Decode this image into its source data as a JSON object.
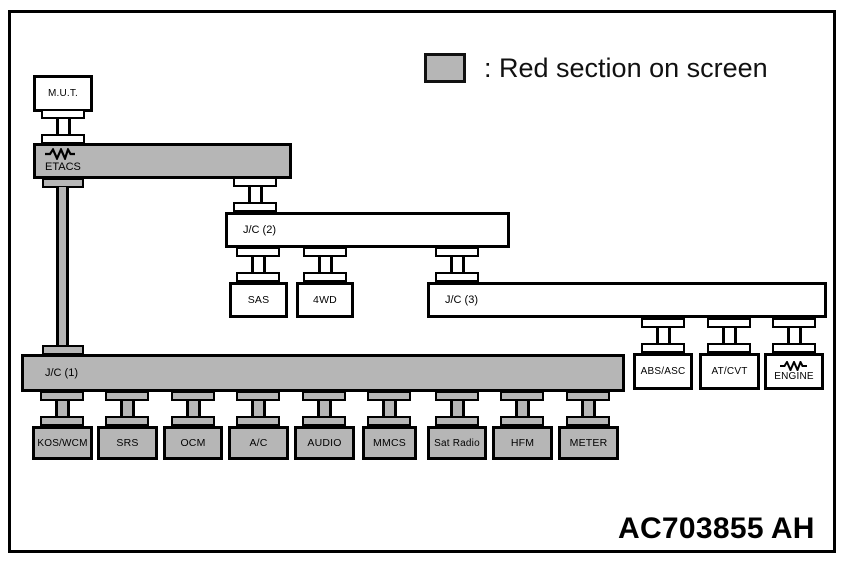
{
  "legend": {
    "label": ": Red section on screen"
  },
  "figure_code": {
    "main": "AC703855",
    "suffix": "AH"
  },
  "colors": {
    "section_gray": "#b6b6b6",
    "line_black": "#000000",
    "background": "#ffffff"
  },
  "nodes": {
    "mut": {
      "label": "M.U.T."
    },
    "etacs": {
      "label": "ETACS"
    },
    "jc1": {
      "label": "J/C (1)"
    },
    "jc2": {
      "label": "J/C (2)"
    },
    "jc3": {
      "label": "J/C (3)"
    },
    "sas": {
      "label": "SAS"
    },
    "fourwd": {
      "label": "4WD"
    },
    "abs_asc": {
      "label": "ABS/ASC"
    },
    "at_cvt": {
      "label": "AT/CVT"
    },
    "engine": {
      "label": "ENGINE"
    },
    "kos_wcm": {
      "label": "KOS/WCM"
    },
    "srs": {
      "label": "SRS"
    },
    "ocm": {
      "label": "OCM"
    },
    "ac": {
      "label": "A/C"
    },
    "audio": {
      "label": "AUDIO"
    },
    "mmcs": {
      "label": "MMCS"
    },
    "sat_radio": {
      "label": "Sat Radio"
    },
    "hfm": {
      "label": "HFM"
    },
    "meter": {
      "label": "METER"
    }
  }
}
